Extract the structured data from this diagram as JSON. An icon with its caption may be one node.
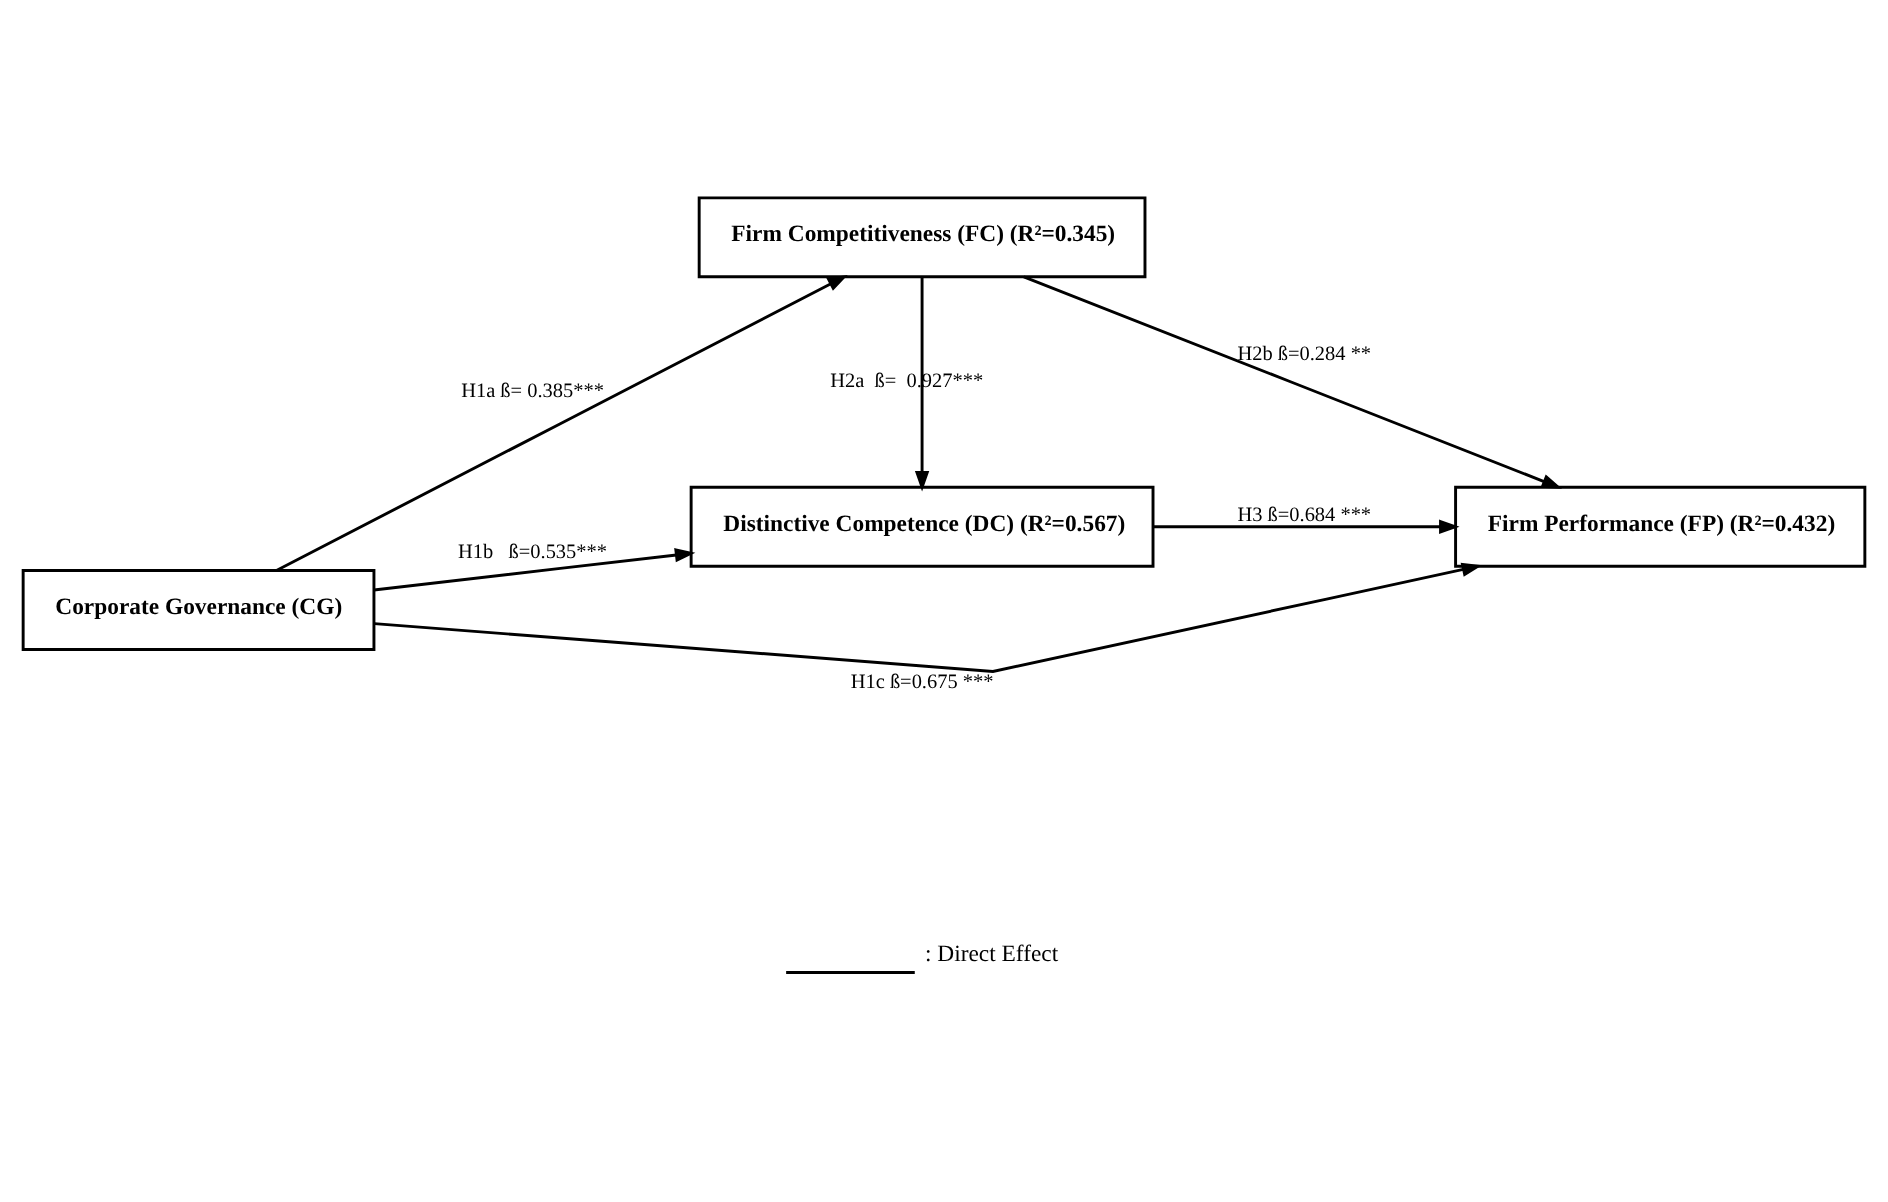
{
  "diagram": {
    "nodes": [
      {
        "text": [
          "Corporate Governance (CG)"
        ]
      },
      {
        "text": [
          "Distinctive Competence (DC) (R²=0.567)"
        ]
      },
      {
        "text": [
          "Firm Competitiveness (FC) (R²=0.345)"
        ]
      },
      {
        "text": [
          "Firm Performance (FP) (R²=0.432)"
        ]
      }
    ],
    "edges": [
      {
        "from": 0,
        "to": 1,
        "arrow": "to",
        "label": "H1b   ß=0.535***"
      },
      {
        "from": 0,
        "to": 3,
        "arrow": "to",
        "label": "H1c ß=0.675 ***"
      },
      {
        "from": 0,
        "to": 2,
        "arrow": "to",
        "label": "H1a ß= 0.385***"
      },
      {
        "from": 1,
        "to": 3,
        "arrow": "to",
        "label": "H3 ß=0.684 ***"
      },
      {
        "from": 2,
        "to": 1,
        "arrow": "to",
        "label": "H2a  ß=  0.927***"
      },
      {
        "from": 2,
        "to": 3,
        "arrow": "to",
        "label": "H2b ß=0.284 **"
      }
    ],
    "legend": [
      {
        "text": ": Direct Effect"
      }
    ]
  }
}
